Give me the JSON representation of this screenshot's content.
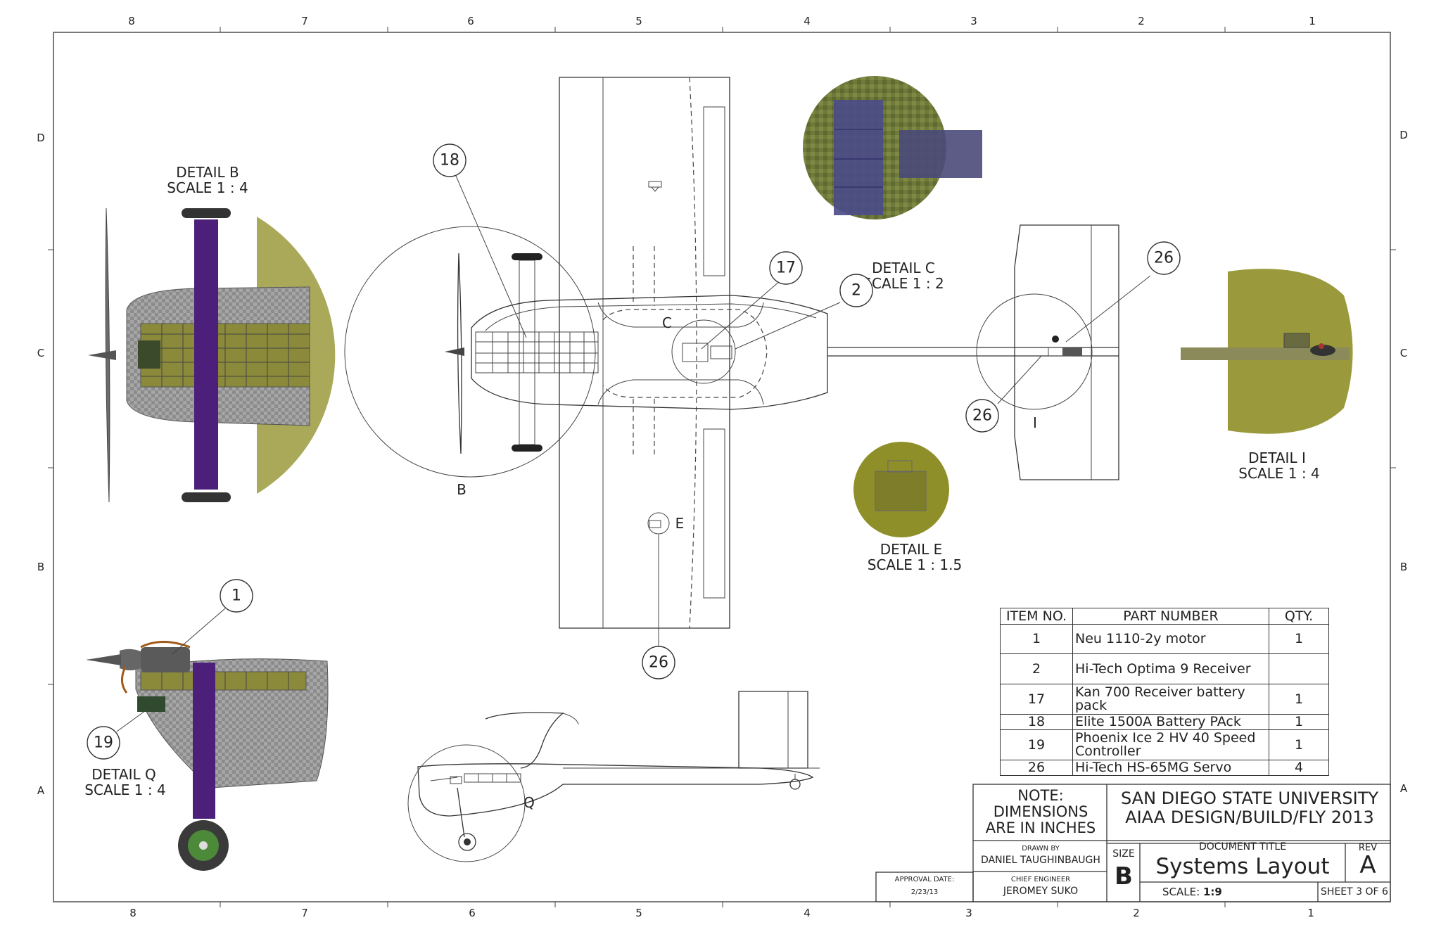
{
  "zone_columns": [
    "8",
    "7",
    "6",
    "5",
    "4",
    "3",
    "2",
    "1"
  ],
  "zone_rows": [
    "D",
    "C",
    "B",
    "A"
  ],
  "details": {
    "b": {
      "title": "DETAIL B",
      "scale": "SCALE 1 : 4",
      "marker": "B"
    },
    "c": {
      "title": "DETAIL C",
      "scale": "SCALE 1 : 2",
      "marker": "C"
    },
    "e": {
      "title": "DETAIL E",
      "scale": "SCALE 1 : 1.5",
      "marker": "E"
    },
    "i": {
      "title": "DETAIL I",
      "scale": "SCALE 1 : 4",
      "marker": "I"
    },
    "q": {
      "title": "DETAIL Q",
      "scale": "SCALE 1 : 4",
      "marker": "Q"
    }
  },
  "balloons": {
    "b18": "18",
    "b17": "17",
    "b2": "2",
    "b26a": "26",
    "b26b": "26",
    "b26c": "26",
    "b1": "1",
    "b19": "19"
  },
  "bom": {
    "headers": {
      "item": "ITEM NO.",
      "part": "PART NUMBER",
      "qty": "QTY."
    },
    "rows": [
      {
        "item": "1",
        "part": "Neu 1110-2y motor",
        "qty": "1"
      },
      {
        "item": "2",
        "part": "Hi-Tech Optima 9 Receiver",
        "qty": ""
      },
      {
        "item": "17",
        "part": "Kan 700 Receiver battery pack",
        "qty": "1"
      },
      {
        "item": "18",
        "part": "Elite 1500A Battery PAck",
        "qty": "1"
      },
      {
        "item": "19",
        "part": "Phoenix Ice 2 HV 40 Speed Controller",
        "qty": "1"
      },
      {
        "item": "26",
        "part": "Hi-Tech HS-65MG Servo",
        "qty": "4"
      }
    ]
  },
  "title_block": {
    "note_line1": "NOTE:",
    "note_line2": "DIMENSIONS",
    "note_line3": "ARE IN INCHES",
    "org_line1": "SAN DIEGO STATE UNIVERSITY",
    "org_line2": "AIAA DESIGN/BUILD/FLY 2013",
    "drawn_by_label": "DRAWN BY",
    "drawn_by": "DANIEL TAUGHINBAUGH",
    "chief_engineer_label": "CHIEF ENGINEER",
    "chief_engineer": "JEROMEY SUKO",
    "approval_label": "APPROVAL DATE:",
    "approval_date": "2/23/13",
    "size_label": "SIZE",
    "size": "B",
    "doc_title_label": "DOCUMENT TITLE",
    "doc_title": "Systems Layout",
    "rev_label": "REV",
    "rev": "A",
    "scale_label": "SCALE:",
    "scale": "1:9",
    "sheet": "SHEET 3 OF 6"
  },
  "colors": {
    "battery_cell": "#8a8a3a",
    "strap_purple": "#4b1f7a",
    "olive_fill": "#9a9a3a",
    "carbon": "#8a8a8a",
    "wheel_green": "#4c8a3a"
  }
}
